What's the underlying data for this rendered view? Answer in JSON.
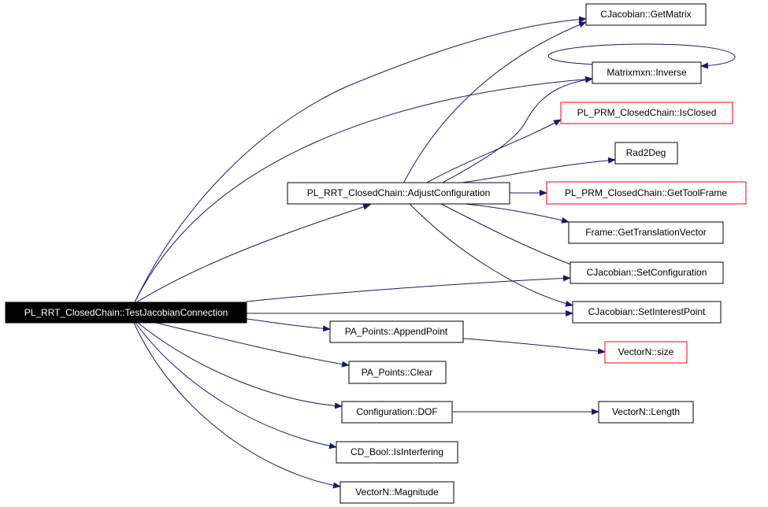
{
  "colors": {
    "edge": "#191970",
    "node_border": "#000000",
    "external_border": "#ff0000",
    "root_fill": "#000000",
    "root_text": "#ffffff"
  },
  "nodes": {
    "test_jacobian_connection": "PL_RRT_ClosedChain::TestJacobianConnection",
    "adjust_configuration": "PL_RRT_ClosedChain::AdjustConfiguration",
    "get_matrix": "CJacobian::GetMatrix",
    "inverse": "Matrixmxn::Inverse",
    "is_closed": "PL_PRM_ClosedChain::IsClosed",
    "rad2deg": "Rad2Deg",
    "get_tool_frame": "PL_PRM_ClosedChain::GetToolFrame",
    "get_translation_vector": "Frame::GetTranslationVector",
    "set_configuration": "CJacobian::SetConfiguration",
    "set_interest_point": "CJacobian::SetInterestPoint",
    "append_point": "PA_Points::AppendPoint",
    "vectorn_size": "VectorN::size",
    "clear": "PA_Points::Clear",
    "dof": "Configuration::DOF",
    "vectorn_length": "VectorN::Length",
    "is_interfering": "CD_Bool::IsInterfering",
    "magnitude": "VectorN::Magnitude"
  }
}
